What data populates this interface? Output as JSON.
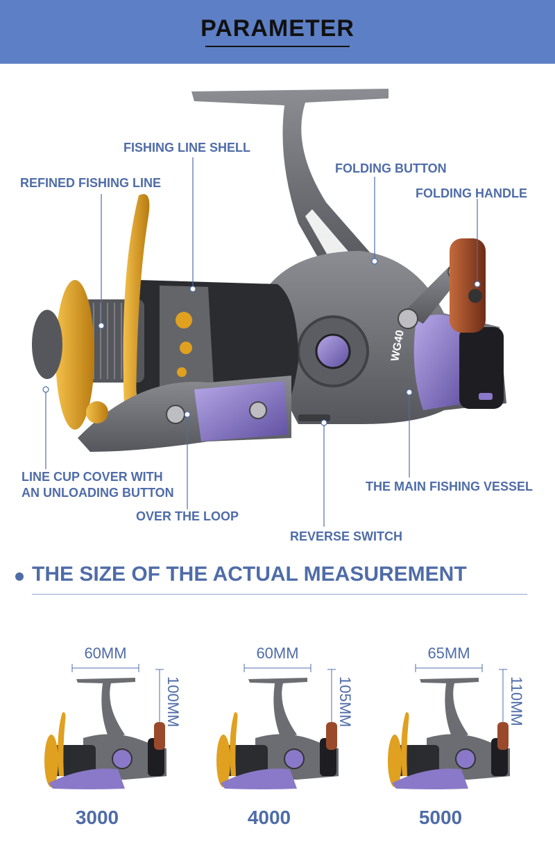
{
  "header": {
    "title": "PARAMETER"
  },
  "callouts": {
    "fishing_line_shell": "FISHING LINE SHELL",
    "refined_fishing_line": "REFINED FISHING LINE",
    "folding_button": "FOLDING BUTTON",
    "folding_handle": "FOLDING HANDLE",
    "line_cup_cover_1": "LINE CUP COVER WITH",
    "line_cup_cover_2": "AN UNLOADING BUTTON",
    "over_the_loop": "OVER THE LOOP",
    "reverse_switch": "REVERSE SWITCH",
    "main_fishing_vessel": "THE MAIN FISHING VESSEL"
  },
  "reel_body_text": "WG40",
  "measurement": {
    "title": "THE SIZE OF THE ACTUAL MEASUREMENT",
    "models": [
      {
        "model": "3000",
        "width": "60MM",
        "height": "100MM"
      },
      {
        "model": "4000",
        "width": "60MM",
        "height": "105MM"
      },
      {
        "model": "5000",
        "width": "65MM",
        "height": "110MM"
      }
    ]
  },
  "colors": {
    "banner": "#5d7fc5",
    "accent_text": "#4f6ca8",
    "reel_gray": "#6b6d72",
    "reel_purple": "#8a78c8",
    "reel_gold": "#e0a020",
    "reel_wood": "#9a4a2a"
  }
}
